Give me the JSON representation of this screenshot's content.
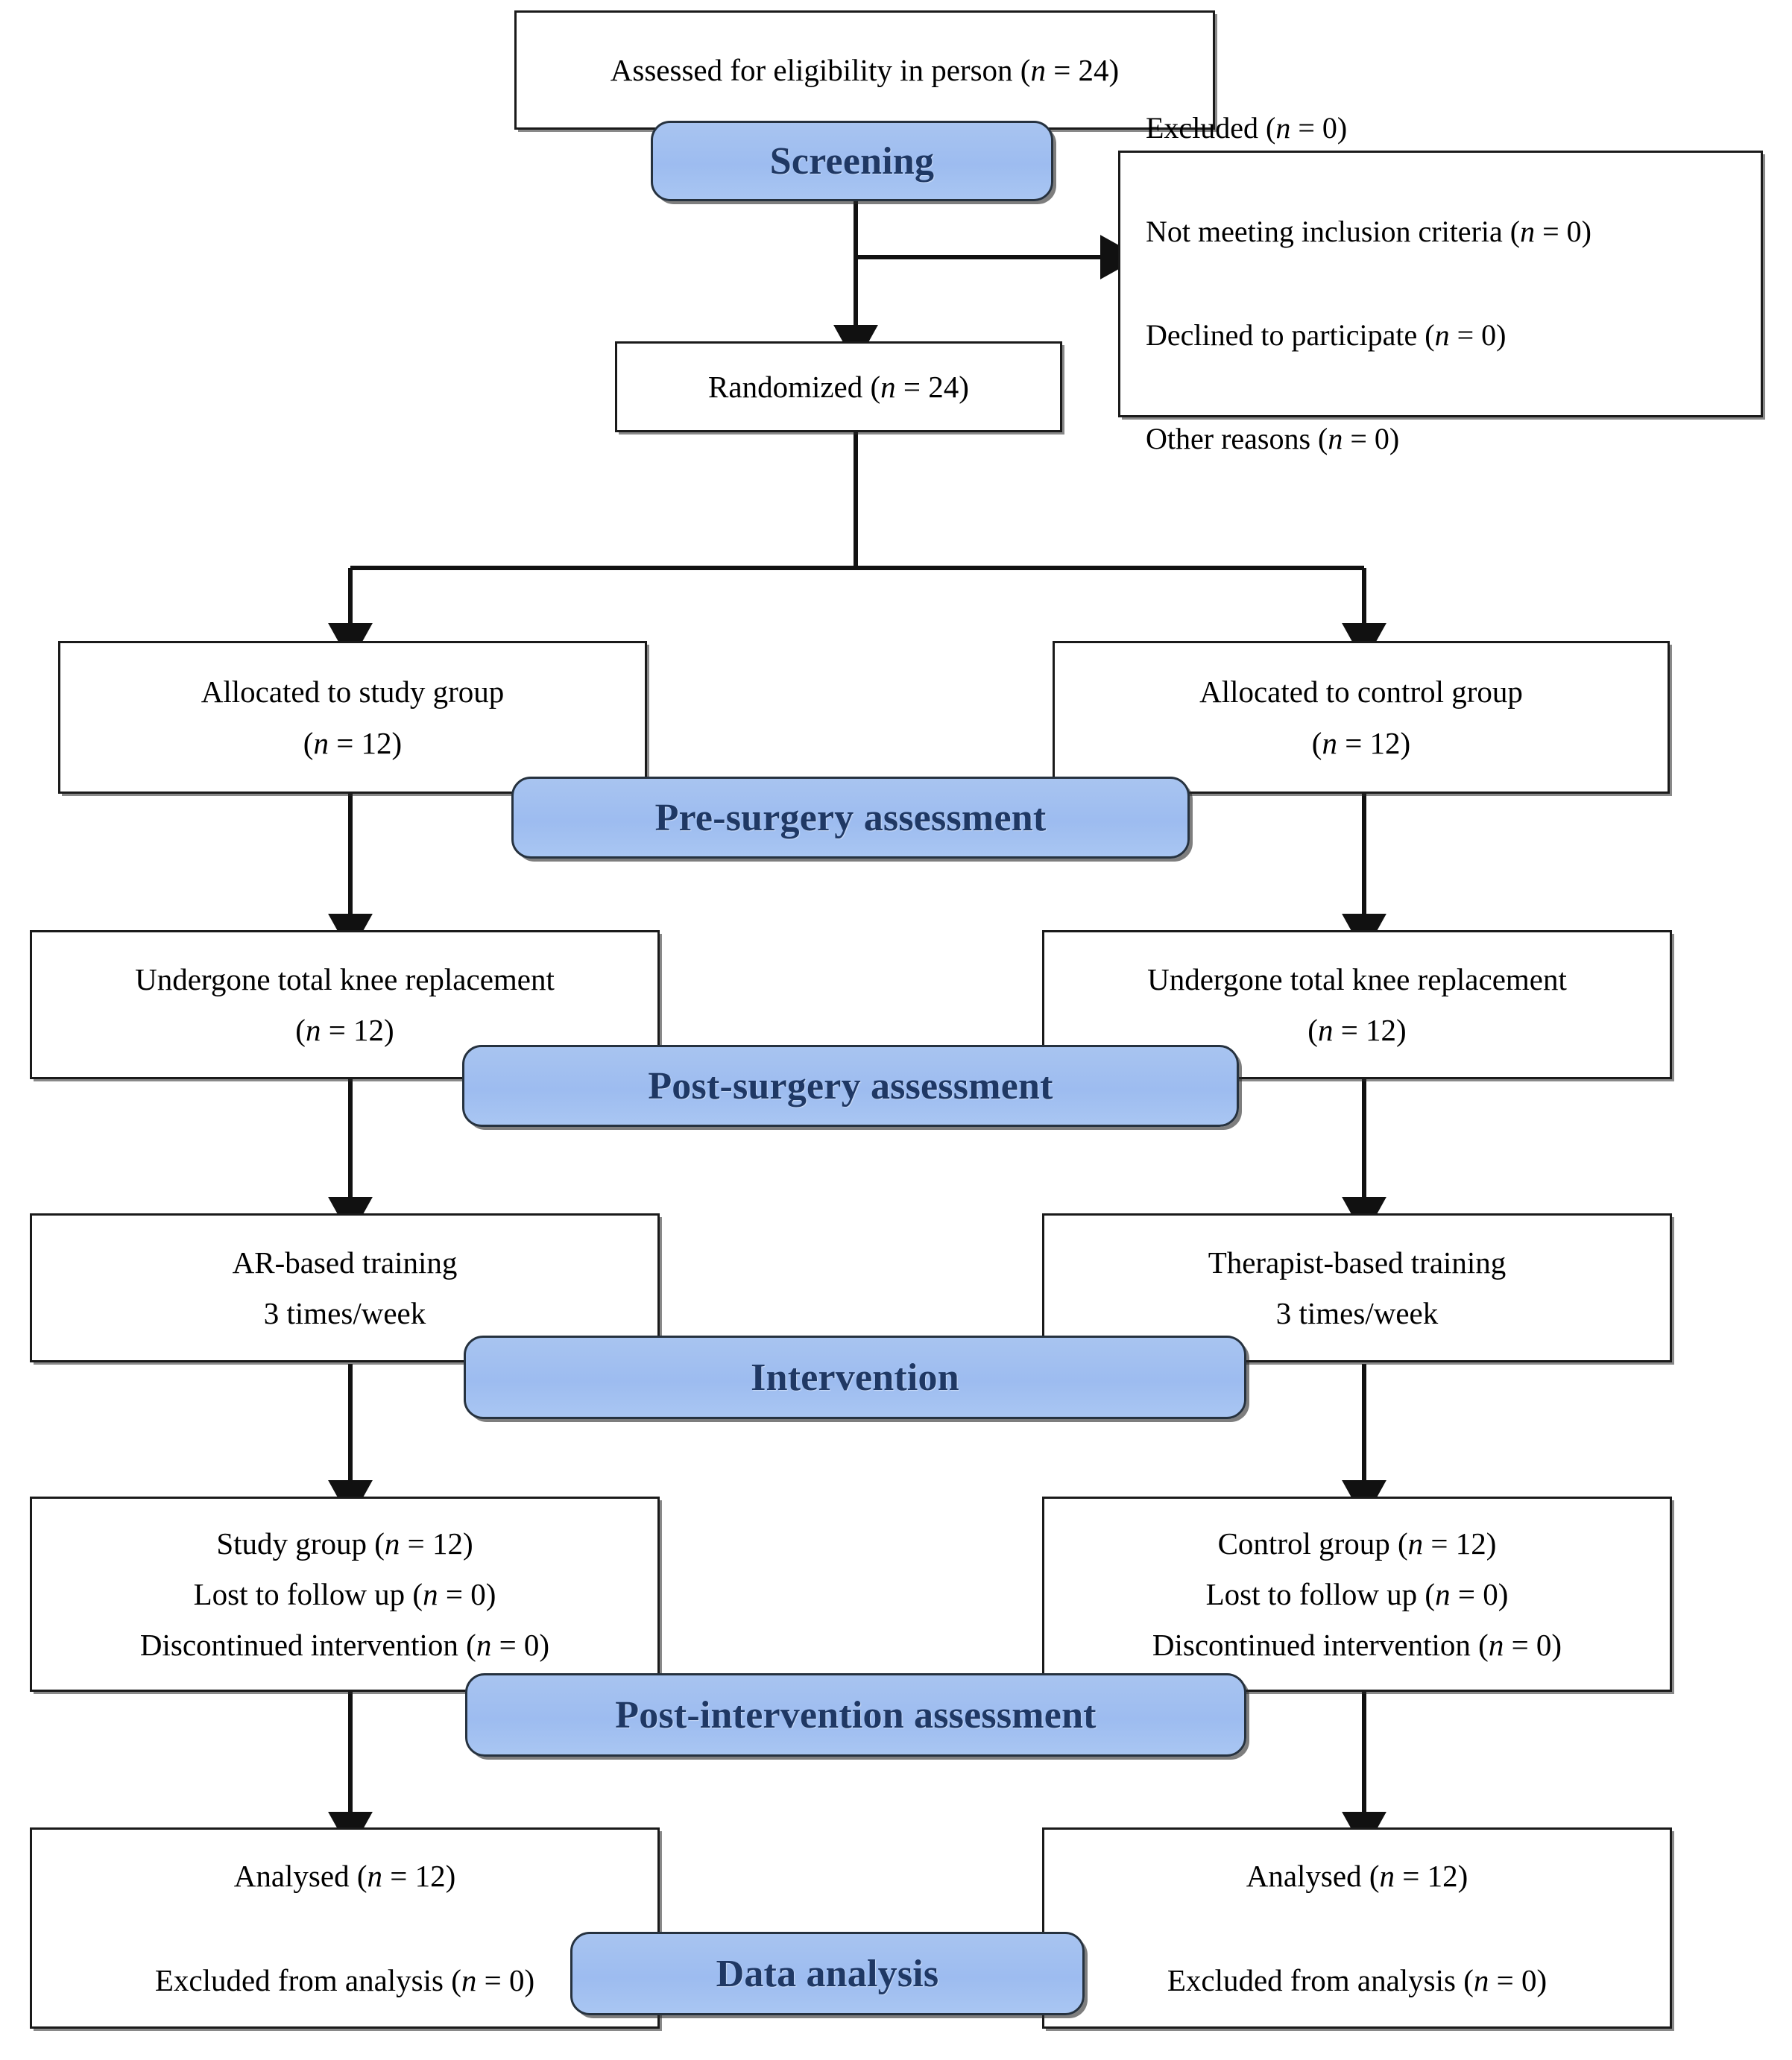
{
  "figure": {
    "type": "consort-flow-diagram",
    "accent_blue": "#9dbcf0",
    "banner_text_color": "#1f3864",
    "box_border_color": "#1a1a1a"
  },
  "banners": {
    "screening": "Screening",
    "pre_surgery": "Pre-surgery assessment",
    "post_surgery": "Post-surgery assessment",
    "intervention": "Intervention",
    "post_intervention": "Post-intervention assessment",
    "data_analysis": "Data analysis"
  },
  "nodes": {
    "assessed": {
      "lines": [
        "Assessed for eligibility in person (n = 24)"
      ]
    },
    "excluded": {
      "lines": [
        "Excluded (n = 0)",
        "Not meeting inclusion criteria (n = 0)",
        "Declined to participate (n = 0)",
        "Other reasons (n = 0)"
      ]
    },
    "randomized": {
      "lines": [
        "Randomized (n = 24)"
      ]
    },
    "alloc_study": {
      "lines": [
        "Allocated to study group",
        "(n = 12)"
      ]
    },
    "alloc_control": {
      "lines": [
        "Allocated to control group",
        "(n = 12)"
      ]
    },
    "tkr_study": {
      "lines": [
        "Undergone total knee replacement",
        "(n = 12)"
      ]
    },
    "tkr_control": {
      "lines": [
        "Undergone total knee replacement",
        "(n = 12)"
      ]
    },
    "training_study": {
      "lines": [
        "AR-based training",
        "3 times/week"
      ]
    },
    "training_control": {
      "lines": [
        "Therapist-based training",
        "3 times/week"
      ]
    },
    "followup_study": {
      "lines": [
        "Study group (n = 12)",
        "Lost to follow up (n = 0)",
        "Discontinued intervention (n = 0)"
      ]
    },
    "followup_control": {
      "lines": [
        "Control group (n = 12)",
        "Lost to follow up (n = 0)",
        "Discontinued intervention (n = 0)"
      ]
    },
    "analysed_study": {
      "lines": [
        "Analysed (n = 12)",
        "Excluded from analysis (n = 0)"
      ]
    },
    "analysed_control": {
      "lines": [
        "Analysed (n = 12)",
        "Excluded from analysis (n = 0)"
      ]
    }
  }
}
